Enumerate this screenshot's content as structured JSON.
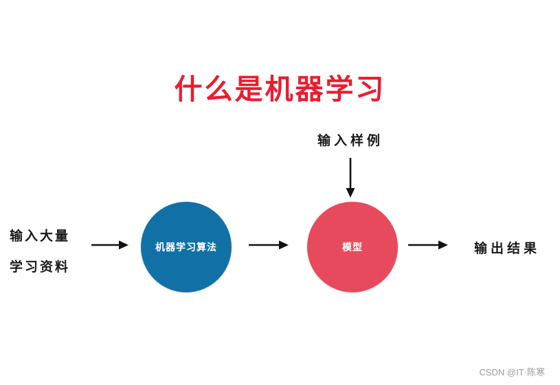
{
  "diagram": {
    "title": "什么是机器学习",
    "title_color": "#ed1b2e",
    "sample_label": "输入样例",
    "input": {
      "line1": "输入大量",
      "line2": "学习资料"
    },
    "nodes": {
      "algorithm": {
        "label": "机器学习算法",
        "color": "#1171a6",
        "text_color": "#ffffff"
      },
      "model": {
        "label": "模型",
        "color": "#e64a5c",
        "text_color": "#ffffff"
      }
    },
    "output_label": "输出结果",
    "arrow_color": "#111111",
    "watermark": "CSDN @IT·陈寒",
    "watermark_color": "#9b9b9b"
  }
}
